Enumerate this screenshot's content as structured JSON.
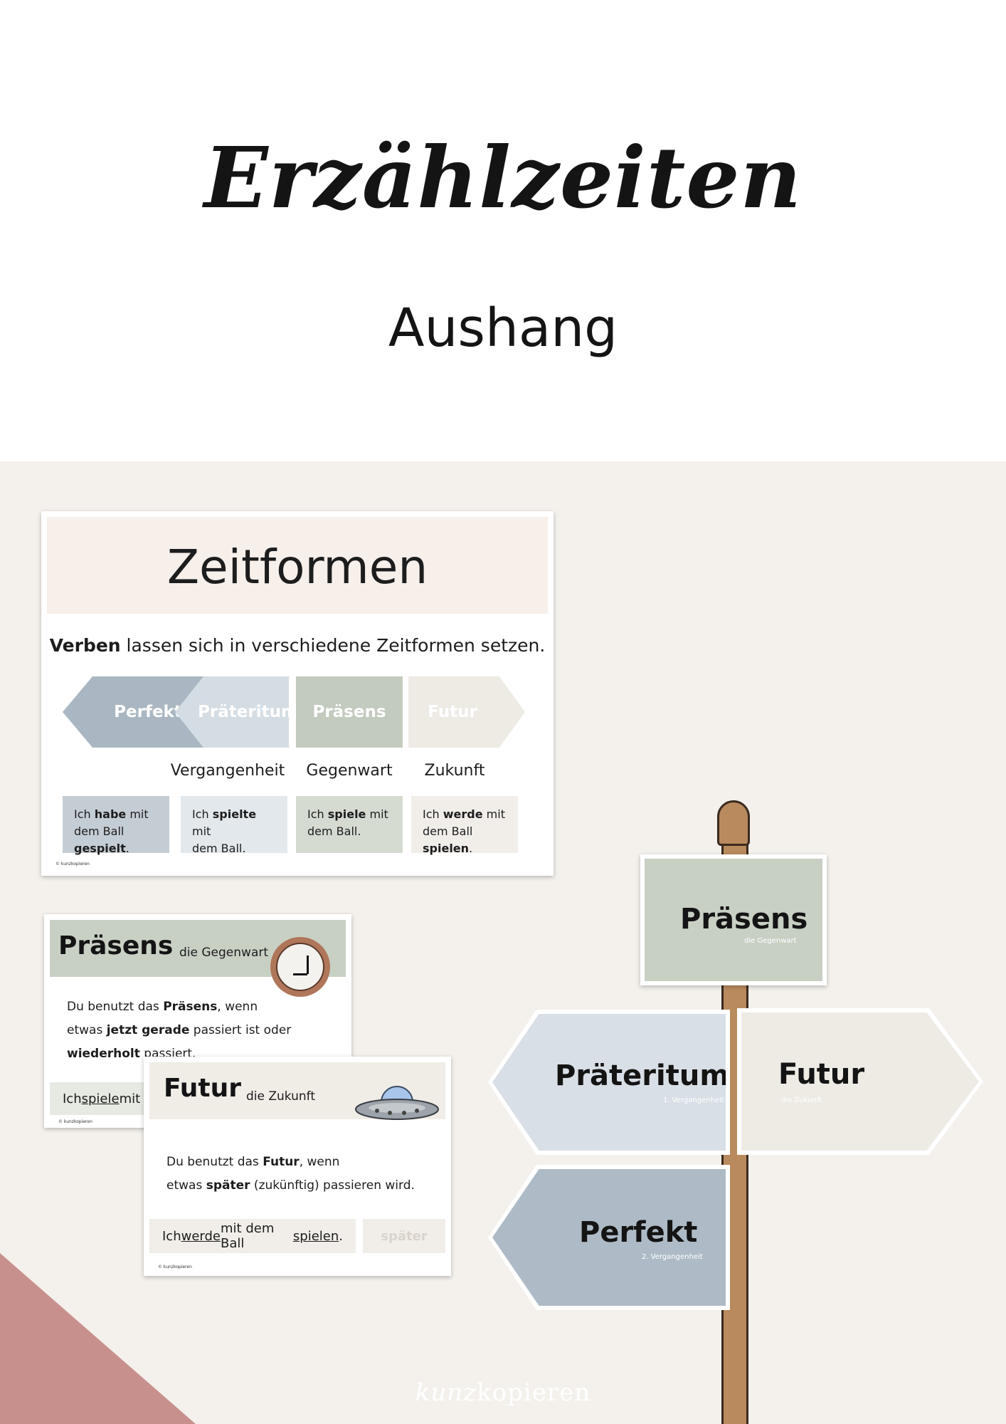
{
  "header": {
    "title": "Erzählzeiten",
    "subtitle": "Aushang"
  },
  "poster": {
    "title": "Zeitformen",
    "intro_bold": "Verben",
    "intro_rest": " lassen sich in verschiedene Zeitformen setzen.",
    "arrows": [
      "Perfekt",
      "Präteritum",
      "Präsens",
      "Futur"
    ],
    "labels": [
      "Vergangenheit",
      "Gegenwart",
      "Zukunft"
    ],
    "examples": [
      {
        "a": "Ich ",
        "b": "habe",
        "c": " mit",
        "d": "dem Ball ",
        "e": "gespielt",
        "f": "."
      },
      {
        "a": "Ich ",
        "b": "spielte",
        "c": " mit",
        "d": "dem Ball.",
        "e": "",
        "f": ""
      },
      {
        "a": "Ich ",
        "b": "spiele",
        "c": " mit",
        "d": "dem Ball.",
        "e": "",
        "f": ""
      },
      {
        "a": "Ich ",
        "b": "werde",
        "c": " mit",
        "d": "dem Ball ",
        "e": "spielen",
        "f": "."
      }
    ],
    "copyright": "© kunzkopieren"
  },
  "card_prasens": {
    "title": "Präsens",
    "subtitle": "die Gegenwart",
    "line1_a": "Du benutzt das ",
    "line1_b": "Präsens",
    "line1_c": ", wenn",
    "line2_a": "etwas ",
    "line2_b": "jetzt gerade",
    "line2_c": " passiert ist oder",
    "line3_a": "wiederholt",
    "line3_b": " passiert.",
    "example_a": "Ich ",
    "example_b": "spiele",
    "example_c": " mit",
    "copyright": "© kunzkopieren"
  },
  "card_futur": {
    "title": "Futur",
    "subtitle": "die Zukunft",
    "line1_a": "Du benutzt das ",
    "line1_b": "Futur",
    "line1_c": ", wenn",
    "line2_a": "etwas ",
    "line2_b": "später",
    "line2_c": " (zukünftig) passieren wird.",
    "example_a": "Ich ",
    "example_b": "werde",
    "example_c": " mit dem Ball ",
    "example_d": "spielen",
    "example_e": ".",
    "tag": "später",
    "copyright": "© kunzkopieren"
  },
  "signs": {
    "prasens": {
      "name": "Präsens",
      "sub": "die Gegenwart"
    },
    "prateritum": {
      "name": "Präteritum",
      "sub": "1. Vergangenheit"
    },
    "futur": {
      "name": "Futur",
      "sub": "die Zukunft"
    },
    "perfekt": {
      "name": "Perfekt",
      "sub": "2. Vergangenheit"
    }
  },
  "brand": {
    "part1": "kunz",
    "part2": "kopieren"
  },
  "colors": {
    "perfekt": "#aab7c2",
    "prateritum": "#d4dde4",
    "prasens": "#c2cbbd",
    "futur": "#eeebe5",
    "accent": "#c8908d",
    "background": "#f4f1ec"
  }
}
